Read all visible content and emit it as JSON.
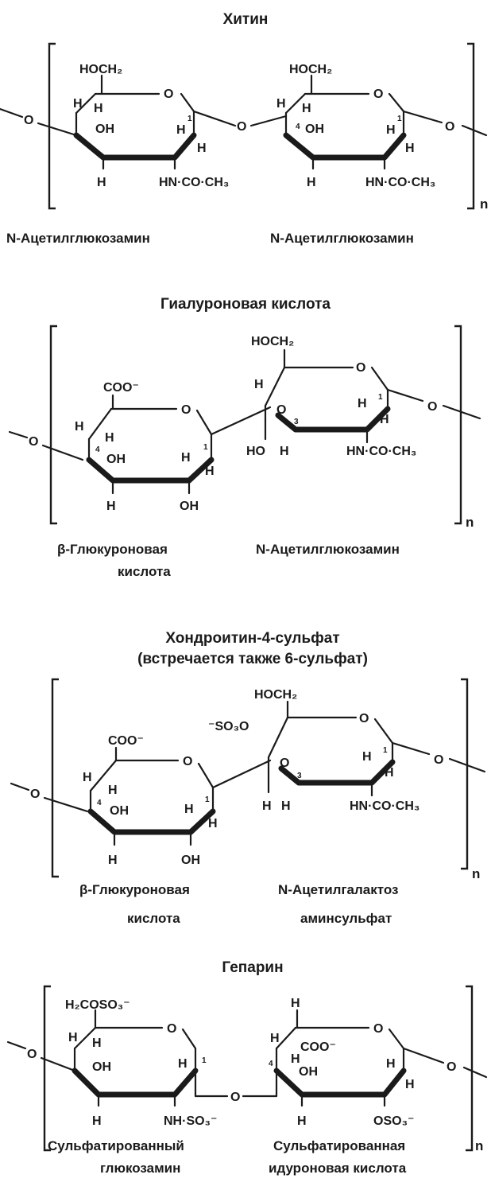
{
  "sections": {
    "chitin": {
      "title": "Хитин",
      "unit_left": {
        "name": "N-Ацетилглюкозамин",
        "atoms": {
          "top": "HOCH₂",
          "ring_o": "O",
          "h_a": "H",
          "h_b": "H",
          "oh": "OH",
          "c1": "1",
          "h_c1": "H",
          "h_bottom": "H",
          "h_c2": "H",
          "sub": "HN·CO·CH₃"
        }
      },
      "unit_right": {
        "name": "N-Ацетилглюкозамин",
        "atoms": {
          "top": "HOCH₂",
          "ring_o": "O",
          "h_a": "H",
          "h_b": "H",
          "oh": "OH",
          "c4": "4",
          "c1": "1",
          "h_c1": "H",
          "h_bottom": "H",
          "h_c2": "H",
          "sub": "HN·CO·CH₃"
        }
      },
      "link_o": "O",
      "end_o_left": "O",
      "end_o_right": "O",
      "repeat": "n"
    },
    "hyaluronic": {
      "title": "Гиалуроновая кислота",
      "unit_left": {
        "name_line1": "β-Глюкуроновая",
        "name_line2": "кислота",
        "atoms": {
          "top": "COO⁻",
          "ring_o": "O",
          "h_a": "H",
          "c4": "4",
          "h_b": "H",
          "oh": "OH",
          "c1": "1",
          "h_c2": "H",
          "h_c1": "H",
          "h_bottom": "H",
          "oh_bottom": "OH"
        }
      },
      "unit_right": {
        "name": "N-Ацетилглюкозамин",
        "atoms": {
          "top": "HOCH₂",
          "ring_o": "O",
          "h_a": "H",
          "o3": "O",
          "c3": "3",
          "h_c1": "H",
          "c1": "1",
          "h_c2": "H",
          "ho": "HO",
          "h": "H",
          "sub": "HN·CO·CH₃"
        }
      },
      "end_o_left": "O",
      "end_o_right": "O",
      "repeat": "n"
    },
    "chondroitin": {
      "title": "Хондроитин-4-сульфат",
      "subtitle": "(встречается также 6-сульфат)",
      "unit_left": {
        "name_line1": "β-Глюкуроновая",
        "name_line2": "кислота",
        "atoms": {
          "top": "COO⁻",
          "ring_o": "O",
          "h_a": "H",
          "c4": "4",
          "h_b": "H",
          "oh": "OH",
          "c1": "1",
          "h_c2": "H",
          "h_c1": "H",
          "h_bottom": "H",
          "oh_bottom": "OH"
        }
      },
      "unit_right": {
        "name_line1": "N-Ацетилгалактоз",
        "name_line2": "аминсульфат",
        "atoms": {
          "top": "HOCH₂",
          "sulfate": "⁻SO₃O",
          "ring_o": "O",
          "o3": "O",
          "c3": "3",
          "h_c1": "H",
          "c1": "1",
          "h_c2": "H",
          "h1": "H",
          "h2": "H",
          "sub": "HN·CO·CH₃"
        }
      },
      "end_o_left": "O",
      "end_o_right": "O",
      "repeat": "n"
    },
    "heparin": {
      "title": "Гепарин",
      "unit_left": {
        "name_line1": "Сульфатированный",
        "name_line2": "глюкозамин",
        "atoms": {
          "top": "H₂COSO₃⁻",
          "ring_o": "O",
          "h_a": "H",
          "h_b": "H",
          "oh": "OH",
          "c1": "1",
          "h_c2": "H",
          "h_bottom": "H",
          "sub": "NH·SO₃⁻"
        }
      },
      "unit_right": {
        "name_line1": "Сульфатированная",
        "name_line2": "идуроновая кислота",
        "atoms": {
          "top_h": "H",
          "ring_o": "O",
          "h_a": "H",
          "coo": "COO⁻",
          "c4": "4",
          "h_b": "H",
          "oh": "OH",
          "h_c1": "H",
          "h_c2": "H",
          "h_bottom": "H",
          "sub": "OSO₃⁻"
        }
      },
      "link_o": "O",
      "end_o_left": "O",
      "end_o_right": "O",
      "repeat": "n"
    }
  }
}
